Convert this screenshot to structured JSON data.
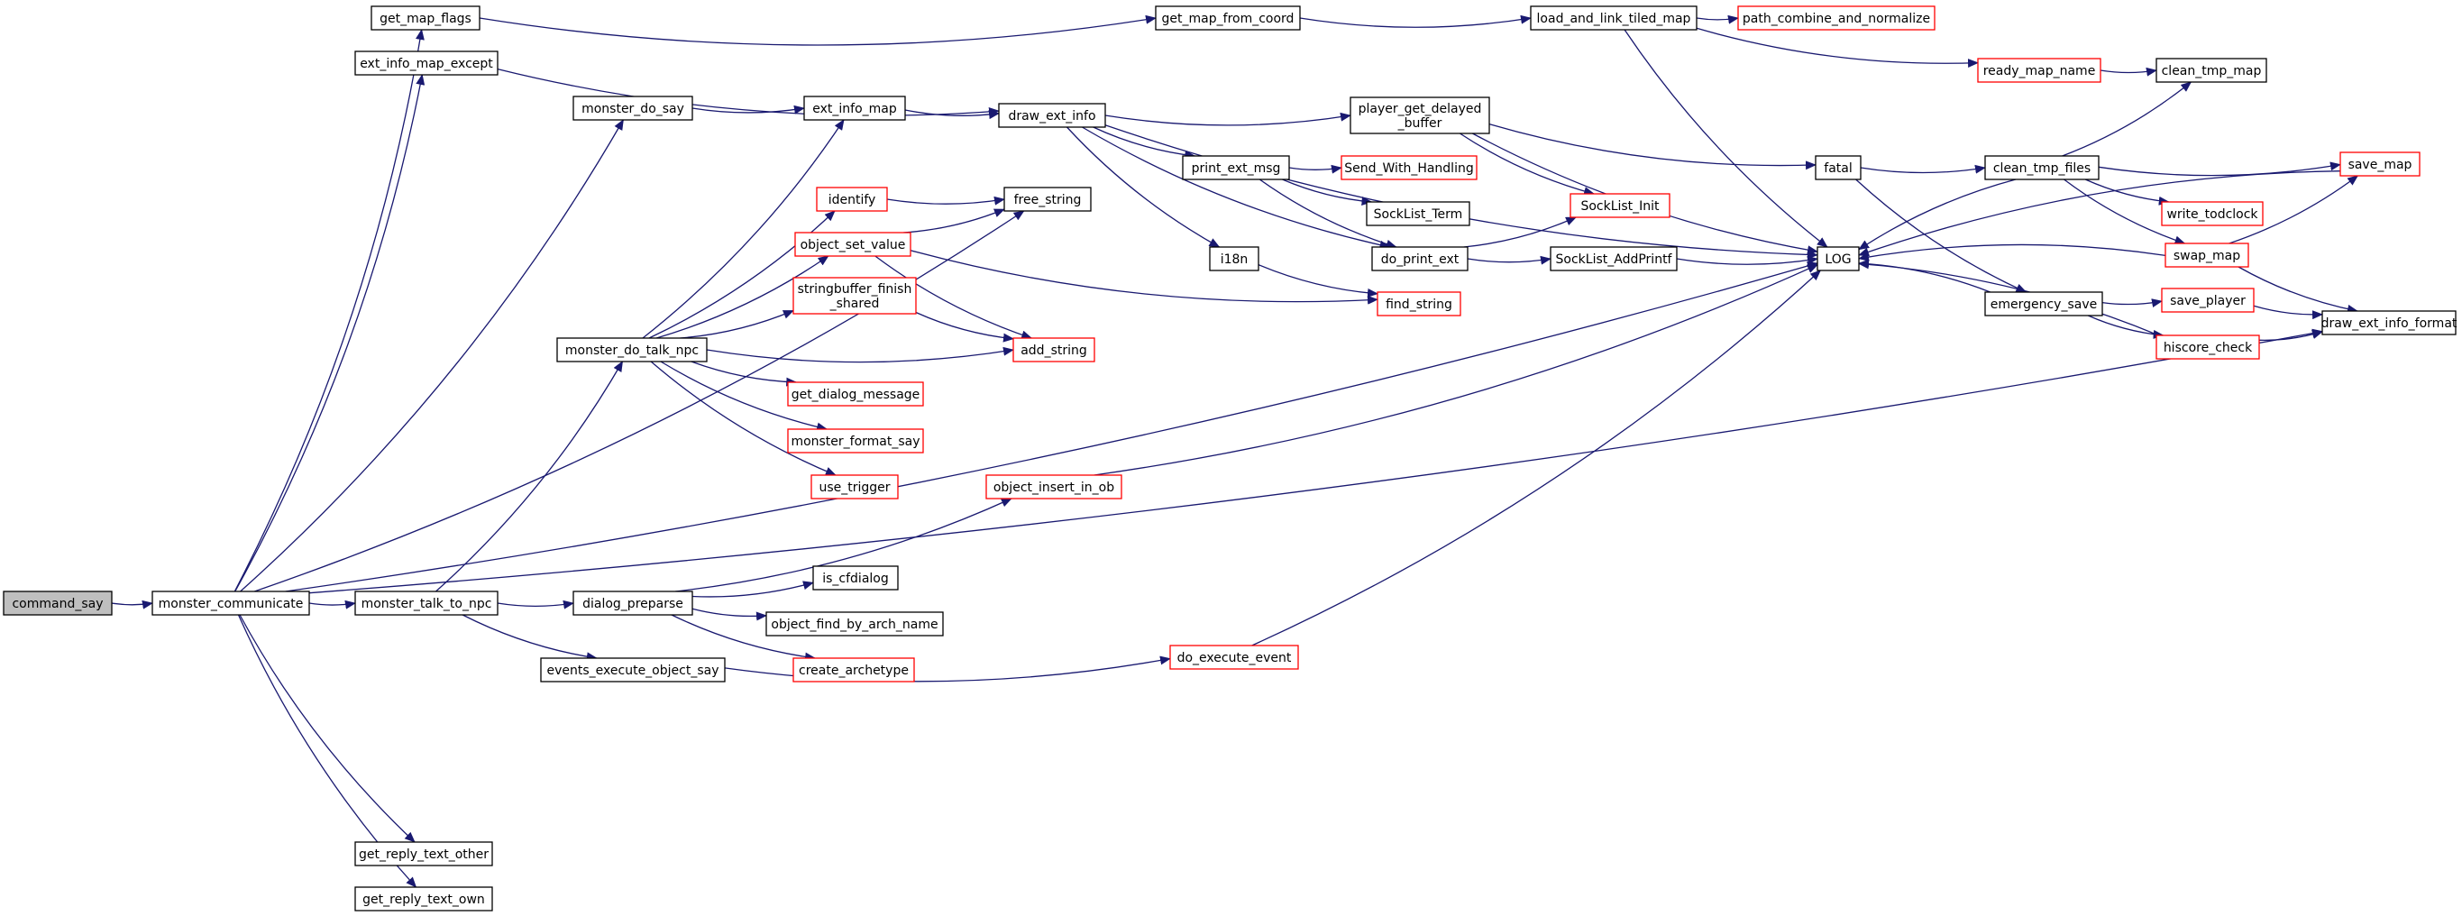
{
  "colors": {
    "edge": "#191970",
    "node_border": "#000000",
    "truncated_border": "#ff0000",
    "root_fill": "#bfbfbf",
    "node_fill": "#ffffff"
  },
  "nodes": [
    {
      "id": "command_say",
      "label": "command_say",
      "style": "root"
    },
    {
      "id": "monster_communicate",
      "label": "monster_communicate",
      "style": "normal"
    },
    {
      "id": "get_map_flags",
      "label": "get_map_flags",
      "style": "normal"
    },
    {
      "id": "ext_info_map_except",
      "label": "ext_info_map_except",
      "style": "normal"
    },
    {
      "id": "monster_do_say",
      "label": "monster_do_say",
      "style": "normal"
    },
    {
      "id": "monster_do_talk_npc",
      "label": "monster_do_talk_npc",
      "style": "normal"
    },
    {
      "id": "monster_talk_to_npc",
      "label": "monster_talk_to_npc",
      "style": "normal"
    },
    {
      "id": "dialog_preparse",
      "label": "dialog_preparse",
      "style": "normal"
    },
    {
      "id": "events_execute_object_say",
      "label": "events_execute_object_say",
      "style": "normal"
    },
    {
      "id": "get_reply_text_other",
      "label": "get_reply_text_other",
      "style": "normal"
    },
    {
      "id": "get_reply_text_own",
      "label": "get_reply_text_own",
      "style": "normal"
    },
    {
      "id": "ext_info_map",
      "label": "ext_info_map",
      "style": "normal"
    },
    {
      "id": "identify",
      "label": "identify",
      "style": "truncated"
    },
    {
      "id": "object_set_value",
      "label": "object_set_value",
      "style": "truncated"
    },
    {
      "id": "stringbuffer_finish_shared",
      "label": "stringbuffer_finish\n_shared",
      "style": "truncated"
    },
    {
      "id": "get_dialog_message",
      "label": "get_dialog_message",
      "style": "truncated"
    },
    {
      "id": "monster_format_say",
      "label": "monster_format_say",
      "style": "truncated"
    },
    {
      "id": "use_trigger",
      "label": "use_trigger",
      "style": "truncated"
    },
    {
      "id": "object_insert_in_ob",
      "label": "object_insert_in_ob",
      "style": "truncated"
    },
    {
      "id": "is_cfdialog",
      "label": "is_cfdialog",
      "style": "normal"
    },
    {
      "id": "object_find_by_arch_name",
      "label": "object_find_by_arch_name",
      "style": "normal"
    },
    {
      "id": "create_archetype",
      "label": "create_archetype",
      "style": "truncated"
    },
    {
      "id": "do_execute_event",
      "label": "do_execute_event",
      "style": "truncated"
    },
    {
      "id": "free_string",
      "label": "free_string",
      "style": "normal"
    },
    {
      "id": "add_string",
      "label": "add_string",
      "style": "truncated"
    },
    {
      "id": "draw_ext_info",
      "label": "draw_ext_info",
      "style": "normal"
    },
    {
      "id": "get_map_from_coord",
      "label": "get_map_from_coord",
      "style": "normal"
    },
    {
      "id": "load_and_link_tiled_map",
      "label": "load_and_link_tiled_map",
      "style": "normal"
    },
    {
      "id": "path_combine_and_normalize",
      "label": "path_combine_and_normalize",
      "style": "truncated"
    },
    {
      "id": "ready_map_name",
      "label": "ready_map_name",
      "style": "truncated"
    },
    {
      "id": "clean_tmp_map",
      "label": "clean_tmp_map",
      "style": "normal"
    },
    {
      "id": "player_get_delayed_buffer",
      "label": "player_get_delayed\n_buffer",
      "style": "normal"
    },
    {
      "id": "print_ext_msg",
      "label": "print_ext_msg",
      "style": "normal"
    },
    {
      "id": "Send_With_Handling",
      "label": "Send_With_Handling",
      "style": "truncated"
    },
    {
      "id": "SockList_Term",
      "label": "SockList_Term",
      "style": "normal"
    },
    {
      "id": "SockList_Init",
      "label": "SockList_Init",
      "style": "truncated"
    },
    {
      "id": "do_print_ext",
      "label": "do_print_ext",
      "style": "normal"
    },
    {
      "id": "SockList_AddPrintf",
      "label": "SockList_AddPrintf",
      "style": "normal"
    },
    {
      "id": "i18n",
      "label": "i18n",
      "style": "normal"
    },
    {
      "id": "find_string",
      "label": "find_string",
      "style": "truncated"
    },
    {
      "id": "fatal",
      "label": "fatal",
      "style": "normal"
    },
    {
      "id": "LOG",
      "label": "LOG",
      "style": "normal"
    },
    {
      "id": "clean_tmp_files",
      "label": "clean_tmp_files",
      "style": "normal"
    },
    {
      "id": "emergency_save",
      "label": "emergency_save",
      "style": "normal"
    },
    {
      "id": "write_todclock",
      "label": "write_todclock",
      "style": "truncated"
    },
    {
      "id": "swap_map",
      "label": "swap_map",
      "style": "truncated"
    },
    {
      "id": "save_map",
      "label": "save_map",
      "style": "truncated"
    },
    {
      "id": "save_player",
      "label": "save_player",
      "style": "truncated"
    },
    {
      "id": "hiscore_check",
      "label": "hiscore_check",
      "style": "truncated"
    },
    {
      "id": "draw_ext_info_format",
      "label": "draw_ext_info_format",
      "style": "normal"
    }
  ],
  "edges": [
    [
      "command_say",
      "monster_communicate"
    ],
    [
      "monster_communicate",
      "get_map_flags"
    ],
    [
      "monster_communicate",
      "ext_info_map_except"
    ],
    [
      "monster_communicate",
      "monster_do_say"
    ],
    [
      "monster_communicate",
      "free_string"
    ],
    [
      "monster_communicate",
      "monster_talk_to_npc"
    ],
    [
      "monster_communicate",
      "LOG"
    ],
    [
      "monster_communicate",
      "draw_ext_info_format"
    ],
    [
      "monster_communicate",
      "get_reply_text_other"
    ],
    [
      "monster_communicate",
      "get_reply_text_own"
    ],
    [
      "get_map_flags",
      "get_map_from_coord"
    ],
    [
      "get_map_from_coord",
      "load_and_link_tiled_map"
    ],
    [
      "load_and_link_tiled_map",
      "path_combine_and_normalize"
    ],
    [
      "load_and_link_tiled_map",
      "ready_map_name"
    ],
    [
      "load_and_link_tiled_map",
      "LOG"
    ],
    [
      "ready_map_name",
      "clean_tmp_map"
    ],
    [
      "ext_info_map_except",
      "draw_ext_info"
    ],
    [
      "monster_do_say",
      "ext_info_map"
    ],
    [
      "ext_info_map",
      "draw_ext_info"
    ],
    [
      "draw_ext_info",
      "player_get_delayed_buffer"
    ],
    [
      "draw_ext_info",
      "print_ext_msg"
    ],
    [
      "draw_ext_info",
      "do_print_ext"
    ],
    [
      "draw_ext_info",
      "i18n"
    ],
    [
      "draw_ext_info",
      "LOG"
    ],
    [
      "player_get_delayed_buffer",
      "fatal"
    ],
    [
      "player_get_delayed_buffer",
      "SockList_Init"
    ],
    [
      "player_get_delayed_buffer",
      "LOG"
    ],
    [
      "print_ext_msg",
      "Send_With_Handling"
    ],
    [
      "print_ext_msg",
      "SockList_Term"
    ],
    [
      "print_ext_msg",
      "do_print_ext"
    ],
    [
      "do_print_ext",
      "SockList_Init"
    ],
    [
      "do_print_ext",
      "SockList_AddPrintf"
    ],
    [
      "SockList_AddPrintf",
      "LOG"
    ],
    [
      "i18n",
      "find_string"
    ],
    [
      "fatal",
      "clean_tmp_files"
    ],
    [
      "fatal",
      "emergency_save"
    ],
    [
      "clean_tmp_files",
      "clean_tmp_map"
    ],
    [
      "clean_tmp_files",
      "save_map"
    ],
    [
      "clean_tmp_files",
      "write_todclock"
    ],
    [
      "clean_tmp_files",
      "swap_map"
    ],
    [
      "clean_tmp_files",
      "LOG"
    ],
    [
      "save_map",
      "LOG"
    ],
    [
      "swap_map",
      "save_map"
    ],
    [
      "swap_map",
      "draw_ext_info_format"
    ],
    [
      "swap_map",
      "LOG"
    ],
    [
      "emergency_save",
      "save_player"
    ],
    [
      "emergency_save",
      "hiscore_check"
    ],
    [
      "emergency_save",
      "LOG"
    ],
    [
      "save_player",
      "draw_ext_info_format"
    ],
    [
      "hiscore_check",
      "draw_ext_info_format"
    ],
    [
      "hiscore_check",
      "LOG"
    ],
    [
      "monster_talk_to_npc",
      "monster_do_talk_npc"
    ],
    [
      "monster_talk_to_npc",
      "dialog_preparse"
    ],
    [
      "monster_talk_to_npc",
      "events_execute_object_say"
    ],
    [
      "monster_do_talk_npc",
      "ext_info_map"
    ],
    [
      "monster_do_talk_npc",
      "identify"
    ],
    [
      "monster_do_talk_npc",
      "object_set_value"
    ],
    [
      "monster_do_talk_npc",
      "stringbuffer_finish_shared"
    ],
    [
      "monster_do_talk_npc",
      "add_string"
    ],
    [
      "monster_do_talk_npc",
      "get_dialog_message"
    ],
    [
      "monster_do_talk_npc",
      "monster_format_say"
    ],
    [
      "monster_do_talk_npc",
      "use_trigger"
    ],
    [
      "identify",
      "free_string"
    ],
    [
      "object_set_value",
      "free_string"
    ],
    [
      "object_set_value",
      "add_string"
    ],
    [
      "object_set_value",
      "find_string"
    ],
    [
      "stringbuffer_finish_shared",
      "add_string"
    ],
    [
      "dialog_preparse",
      "object_insert_in_ob"
    ],
    [
      "dialog_preparse",
      "is_cfdialog"
    ],
    [
      "dialog_preparse",
      "object_find_by_arch_name"
    ],
    [
      "dialog_preparse",
      "create_archetype"
    ],
    [
      "object_insert_in_ob",
      "LOG"
    ],
    [
      "events_execute_object_say",
      "do_execute_event"
    ],
    [
      "do_execute_event",
      "LOG"
    ]
  ]
}
